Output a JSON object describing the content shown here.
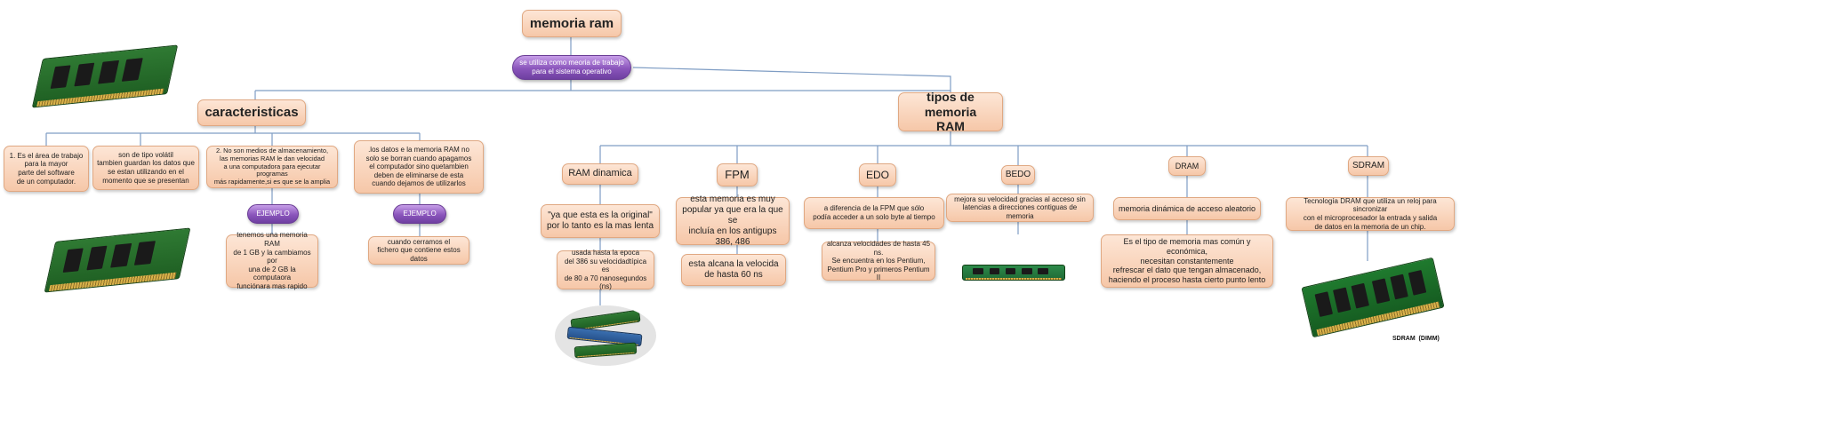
{
  "root": {
    "title": "memoria ram",
    "description": "se utiliza como meoria de trabajo\npara el sistema operativo"
  },
  "caracteristicas": {
    "title": "caracteristicas",
    "items": [
      "1. Es el área de trabajo\npara la mayor\nparte del software\nde un computador.",
      "son de tipo volátil\ntambien guardan los datos que\nse estan utilizando en el\nmomento que se presentan",
      "2. No son medios de almacenamiento,\nlas memorias RAM le dan velocidad\na una computadora para ejecutar programas\nmás rapidamente,si es que se la amplia",
      ".los datos e la memoria RAM no\nsolo se borran cuando apagamos\nel computador sino quetambien\ndeben de eliminarse de esta\ncuando dejamos de utilizarlos"
    ],
    "example_label": "EJEMPLO",
    "examples": [
      "tenemos una memoria RAM\nde 1 GB y la cambiamos por\nuna de 2 GB la computaora\nfunciónara mas rapido",
      "cuando cerramos el\nfichero que contiene estos datos"
    ]
  },
  "tipos": {
    "title": "tipos de memoria\nRAM",
    "types": [
      {
        "name": "RAM dinamica",
        "notes": [
          "\"ya que esta es la original\"\npor lo tanto es la mas lenta",
          "usada hasta la epoca\ndel 386 su velocidadtípica es\nde 80 a 70 nanosegundos (ns)"
        ]
      },
      {
        "name": "FPM",
        "notes": [
          "esta memoria es muy\npopular ya que era la que se\nincluía en los antigups 386, 486",
          "esta alcana la velocida\nde hasta 60 ns"
        ]
      },
      {
        "name": "EDO",
        "notes": [
          "a diferencia de la FPM que sólo\npodía acceder a un solo byte al tiempo",
          "alcanza velocidades de hasta 45 ns.\nSe encuentra en los Pentium,\nPentium Pro y primeros Pentium II"
        ]
      },
      {
        "name": "BEDO",
        "notes": [
          "mejora su velocidad gracias al acceso sin\nlatencias a direcciones contiguas de memoria"
        ]
      },
      {
        "name": "DRAM",
        "notes": [
          "memoria dinámica de acceso aleatorio",
          "Es el tipo de memoria mas común y económica,\nnecesitan constantemente\nrefrescar el dato que tengan almacenado,\nhaciendo el proceso hasta cierto punto lento"
        ]
      },
      {
        "name": "SDRAM",
        "notes": [
          "Tecnología DRAM que utiliza un reloj para sincronizar\ncon el microprocesador la entrada y salida\nde datos en la memoria de un chip."
        ]
      }
    ],
    "sdram_caption": "SDRAM  (DIMM)"
  },
  "colors": {
    "node_fill": "#f6c7a8",
    "node_border": "#e0a882",
    "pill_fill": "#8a55bb",
    "connector": "#7f9dc4"
  }
}
